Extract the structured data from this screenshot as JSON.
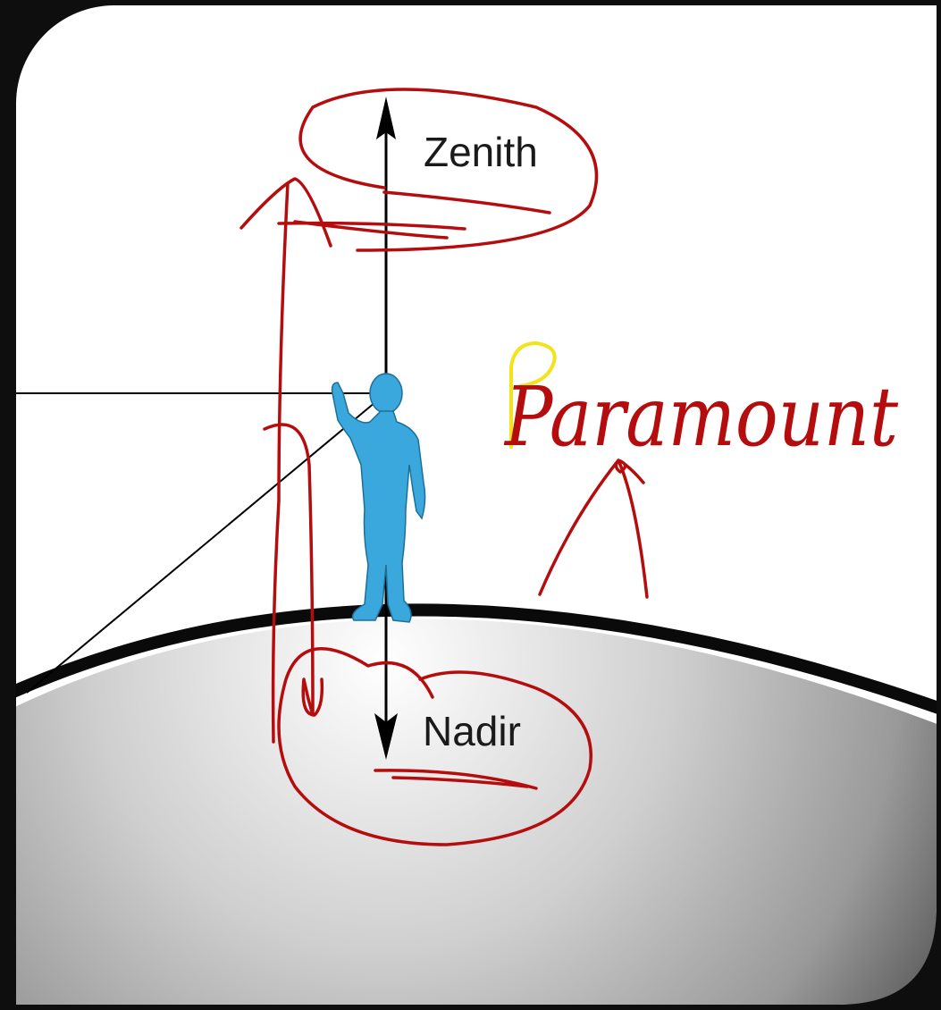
{
  "diagram": {
    "labels": {
      "zenith": "Zenith",
      "nadir": "Nadir"
    },
    "handwritten_annotation": "Paramount"
  },
  "colors": {
    "background": "#0e0e0e",
    "panel": "#ffffff",
    "figure": "#3aa8dc",
    "ink_annotation": "#b50d0d",
    "highlight": "#f2e31a",
    "horizon": "#0a0a0a"
  }
}
